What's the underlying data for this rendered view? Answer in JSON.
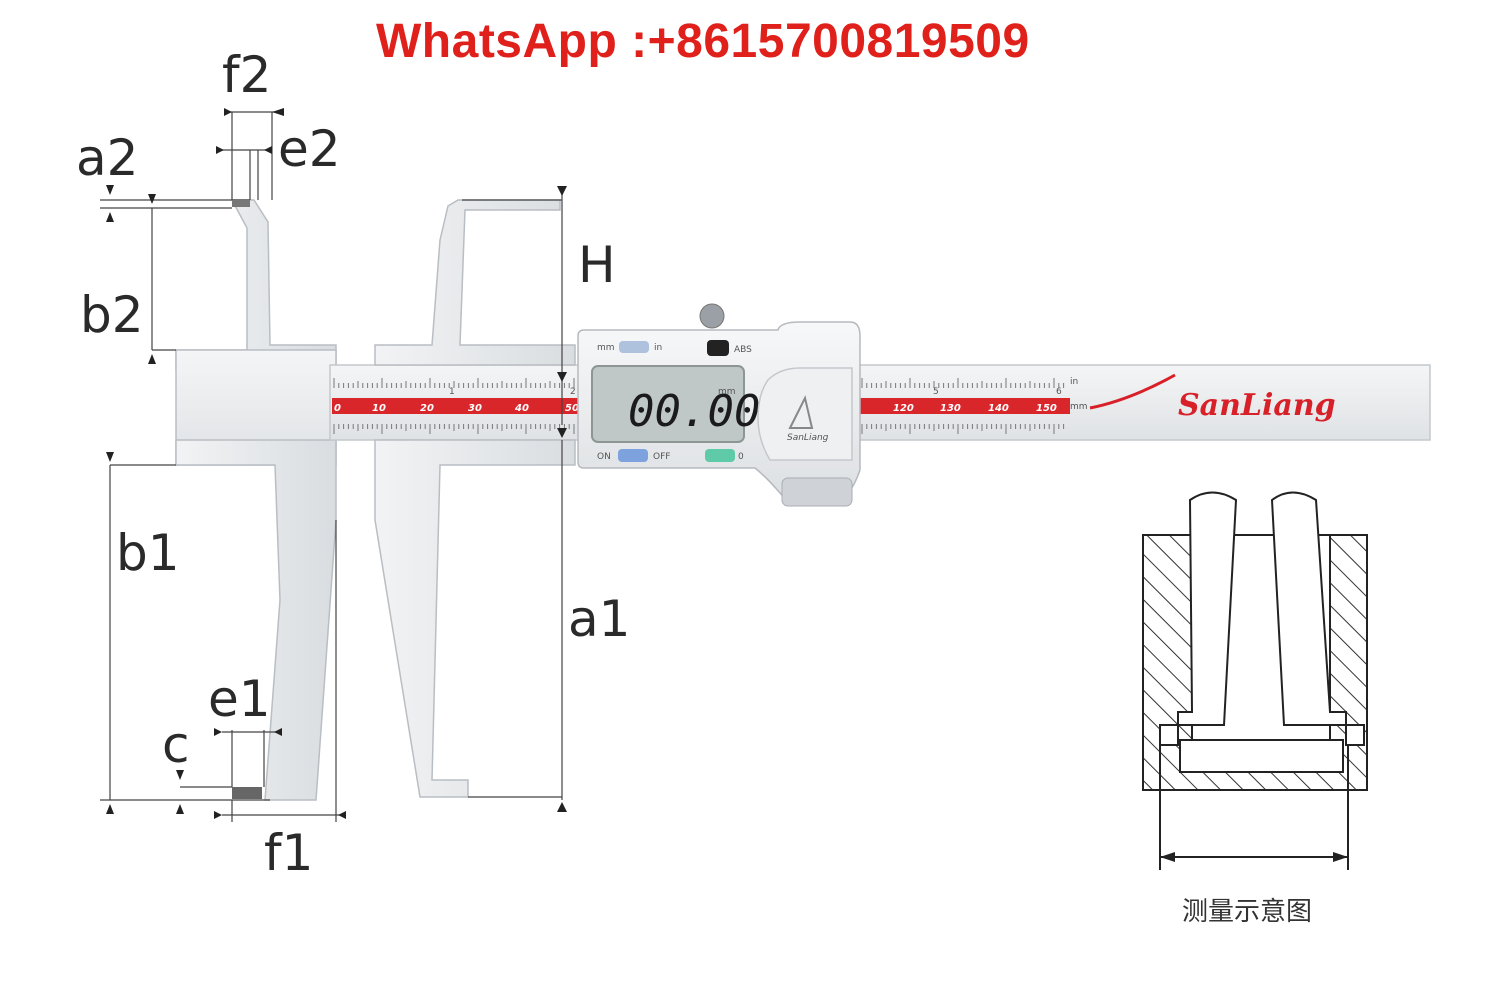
{
  "contact_banner": "WhatsApp :+8615700819509",
  "dimension_labels": {
    "f2": "f2",
    "a2": "a2",
    "e2": "e2",
    "b2": "b2",
    "H": "H",
    "b1": "b1",
    "a1": "a1",
    "e1": "e1",
    "c": "c",
    "f1": "f1"
  },
  "caliper": {
    "main_scale_numbers": [
      "0",
      "10",
      "20",
      "30",
      "40",
      "50"
    ],
    "right_scale_numbers": [
      "120",
      "130",
      "140",
      "150"
    ],
    "inch_marks": [
      "1",
      "2",
      "5",
      "6"
    ],
    "unit_in": "in",
    "unit_mm": "mm",
    "display_reading": "00.00",
    "display_unit": "mm",
    "button_mm_in": {
      "left": "mm",
      "right": "in"
    },
    "button_abs": "ABS",
    "button_on_off": {
      "left": "ON",
      "right": "OFF"
    },
    "button_zero": "0",
    "brand": "SanLiang",
    "logo_text": "SanLiang"
  },
  "inset": {
    "caption": "测量示意图"
  },
  "colors": {
    "banner": "#e0201b",
    "scale_red": "#d8262b",
    "steel": "#eceef0",
    "lcd": "#c9d2cf"
  }
}
